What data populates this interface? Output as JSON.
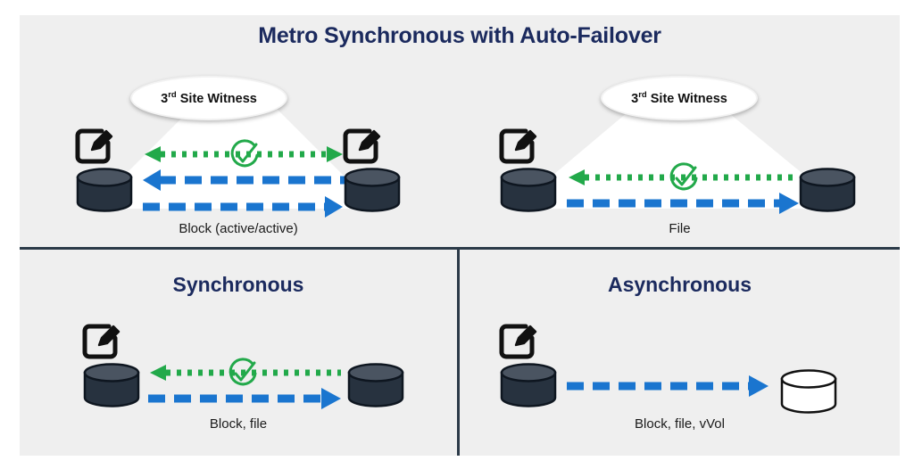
{
  "diagram": {
    "title": "Metro Synchronous with Auto-Failover",
    "background_color": "#efefef",
    "title_color": "#1b2a5e",
    "accent_blue": "#1a75cf",
    "accent_green": "#22a94a",
    "node_color": "#27323f",
    "divider_color": "#2b3a48"
  },
  "panels": {
    "metro_block": {
      "witness_label_prefix": "3",
      "witness_label_sup": "rd",
      "witness_label_suffix": " Site Witness",
      "caption": "Block (active/active)",
      "flows": [
        {
          "name": "witness-heartbeat",
          "style": "dotted",
          "color": "#22a94a",
          "direction": "bidirectional",
          "has_check": true
        },
        {
          "name": "replication-left",
          "style": "dashed",
          "color": "#1a75cf",
          "direction": "left",
          "has_check": false
        },
        {
          "name": "replication-right",
          "style": "dashed",
          "color": "#1a75cf",
          "direction": "right",
          "has_check": false
        }
      ]
    },
    "metro_file": {
      "witness_label_prefix": "3",
      "witness_label_sup": "rd",
      "witness_label_suffix": " Site Witness",
      "caption": "File",
      "flows": [
        {
          "name": "witness-heartbeat",
          "style": "dotted",
          "color": "#22a94a",
          "direction": "left",
          "has_check": true
        },
        {
          "name": "replication-right",
          "style": "dashed",
          "color": "#1a75cf",
          "direction": "right",
          "has_check": false
        }
      ]
    },
    "synchronous": {
      "title": "Synchronous",
      "caption": "Block, file",
      "flows": [
        {
          "name": "witness-heartbeat",
          "style": "dotted",
          "color": "#22a94a",
          "direction": "left",
          "has_check": true
        },
        {
          "name": "replication-right",
          "style": "dashed",
          "color": "#1a75cf",
          "direction": "right",
          "has_check": false
        }
      ]
    },
    "asynchronous": {
      "title": "Asynchronous",
      "caption": "Block, file, vVol",
      "flows": [
        {
          "name": "replication-right",
          "style": "dashed",
          "color": "#1a75cf",
          "direction": "right",
          "has_check": false
        }
      ]
    }
  },
  "icons": {
    "edit": "edit-square-pencil-icon",
    "storage_filled": "storage-cylinder-icon",
    "storage_empty": "storage-cylinder-outline-icon",
    "check": "check-circle-icon"
  }
}
